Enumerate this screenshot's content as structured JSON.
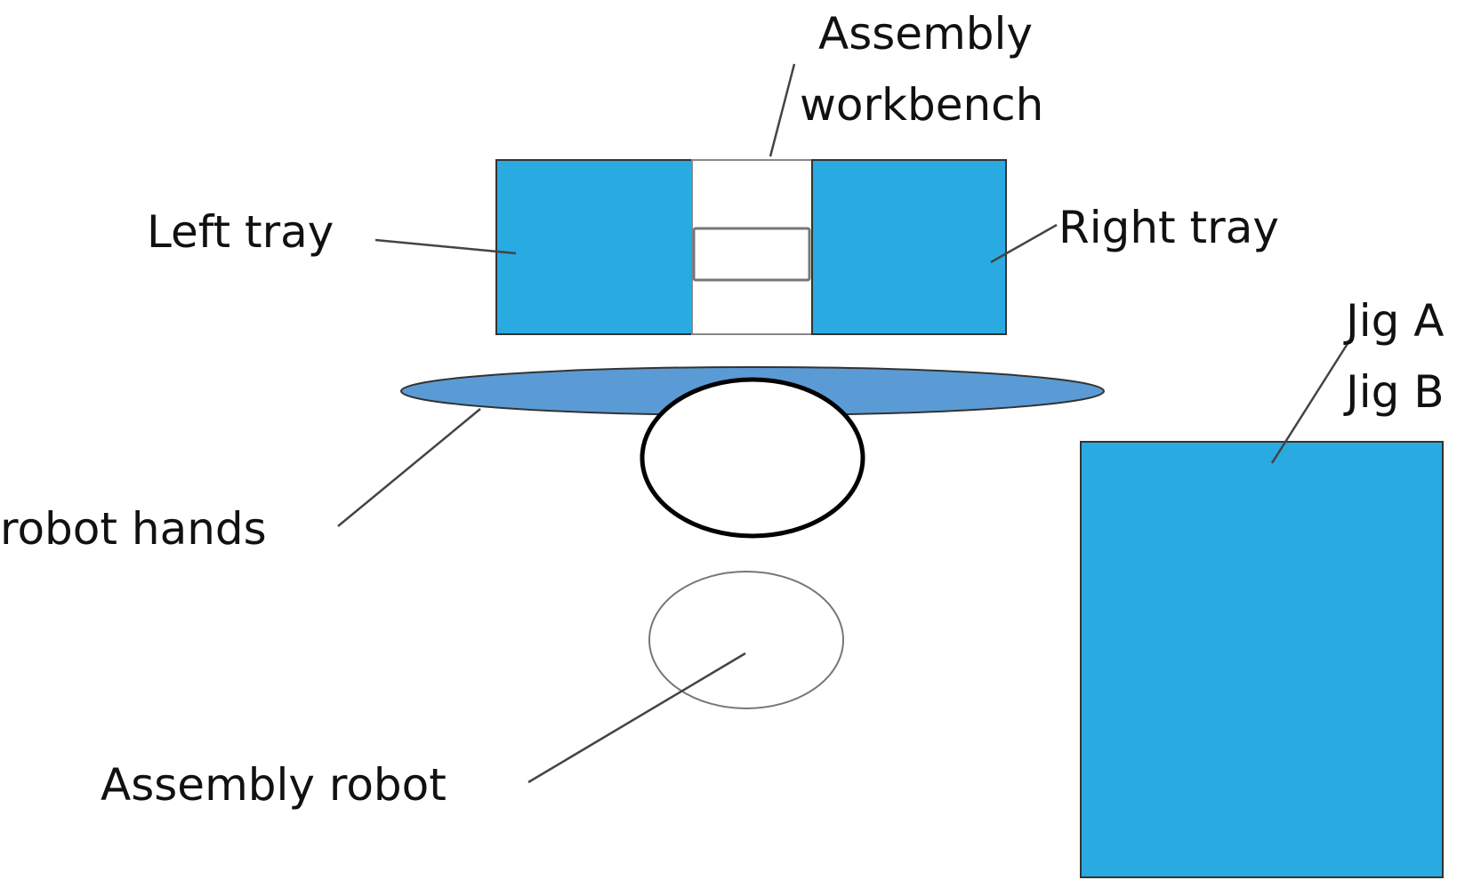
{
  "diagram": {
    "colors": {
      "tray_fill": "#29abe2",
      "hands_fill": "#5b9bd5",
      "outline": "#333333"
    },
    "labels": {
      "workbench_line1": "Assembly",
      "workbench_line2": "workbench",
      "left_tray": "Left tray",
      "right_tray": "Right tray",
      "jig_line1": "Jig A",
      "jig_line2": "Jig B",
      "robot_hands": "robot hands",
      "assembly_robot": "Assembly robot"
    }
  }
}
